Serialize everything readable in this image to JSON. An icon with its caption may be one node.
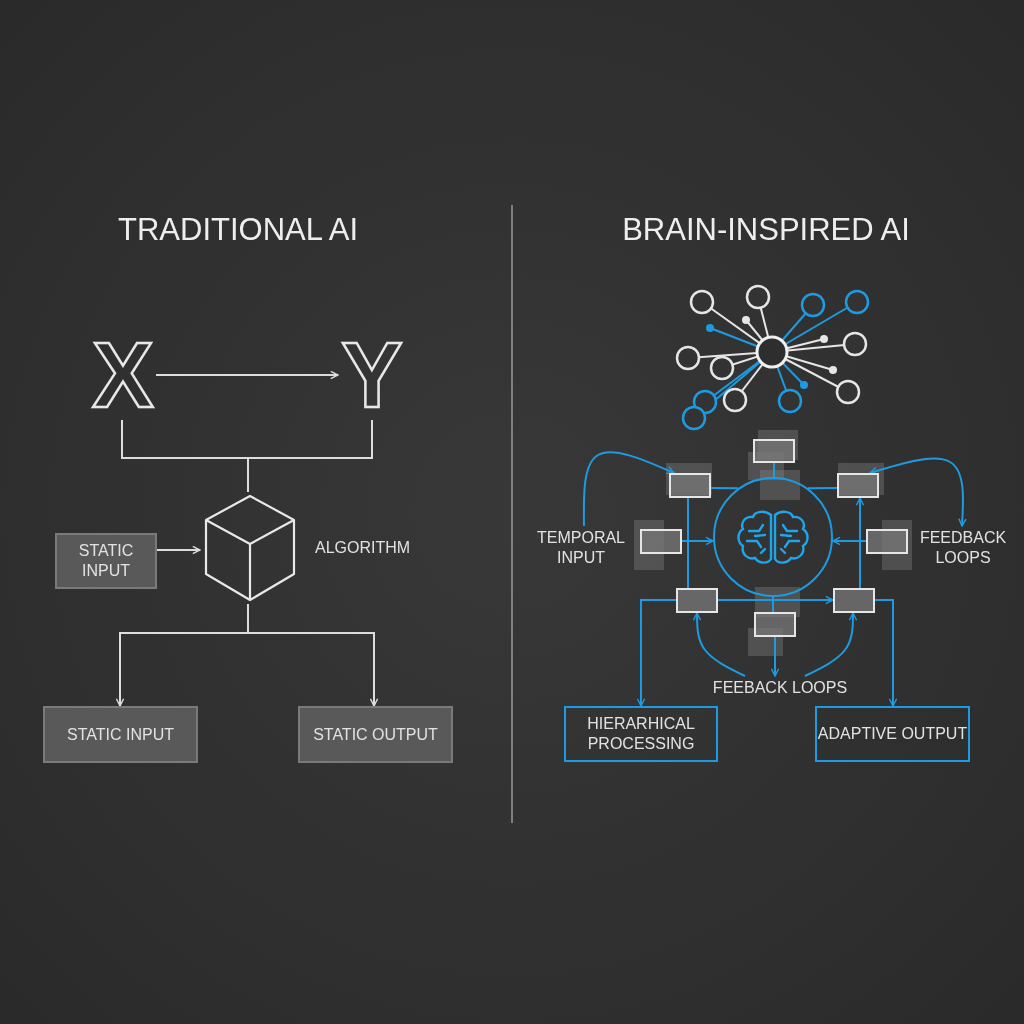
{
  "diagram": {
    "nodes": [
      {
        "text": [
          "X"
        ]
      },
      {
        "text": [
          "Y"
        ]
      },
      {
        "text": [],
        "shape": "cube",
        "beside": [
          "ALGORITHM"
        ]
      },
      {
        "text": [
          "STATIC INPUT"
        ]
      },
      {
        "text": [
          "STATIC INPUT"
        ]
      },
      {
        "text": [
          "STATIC OUTPUT"
        ]
      },
      {
        "text": [
          "TEMPORAL INPUT"
        ]
      },
      {
        "text": [],
        "shape": "circle"
      },
      {
        "text": [],
        "shape": "box"
      },
      {
        "text": [],
        "shape": "box"
      },
      {
        "text": [],
        "shape": "box"
      },
      {
        "text": [],
        "shape": "box"
      },
      {
        "text": [],
        "shape": "box"
      },
      {
        "text": [],
        "shape": "box"
      },
      {
        "text": [],
        "shape": "box"
      },
      {
        "text": [],
        "shape": "box"
      },
      {
        "text": [
          "FEEDBACK LOOPS"
        ]
      },
      {
        "text": [
          "FEEBACK LOOPS"
        ]
      },
      {
        "text": [
          "HIERARHICAL PROCESSING"
        ]
      },
      {
        "text": [
          "ADAPTIVE OUTPUT"
        ]
      }
    ],
    "edges": [
      {
        "from": 0,
        "to": 1,
        "arrow": "to",
        "color": "#dddddd"
      },
      {
        "from": 0,
        "to": 2,
        "arrow": "none",
        "color": "#dddddd"
      },
      {
        "from": 1,
        "to": 2,
        "arrow": "none",
        "color": "#dddddd"
      },
      {
        "from": 3,
        "to": 2,
        "arrow": "to",
        "color": "#dddddd"
      },
      {
        "from": 2,
        "to": 4,
        "arrow": "to",
        "color": "#dddddd"
      },
      {
        "from": 2,
        "to": 5,
        "arrow": "to",
        "color": "#dddddd"
      },
      {
        "from": 6,
        "to": 9,
        "arrow": "to"
      },
      {
        "from": 16,
        "to": 10,
        "arrow": "both"
      },
      {
        "from": 8,
        "to": 7,
        "arrow": "none"
      },
      {
        "from": 9,
        "to": 7,
        "arrow": "none"
      },
      {
        "from": 10,
        "to": 7,
        "arrow": "none"
      },
      {
        "from": 11,
        "to": 7,
        "arrow": "to"
      },
      {
        "from": 12,
        "to": 7,
        "arrow": "to"
      },
      {
        "from": 9,
        "to": 13,
        "arrow": "none"
      },
      {
        "from": 15,
        "to": 10,
        "arrow": "to"
      },
      {
        "from": 13,
        "to": 15,
        "arrow": "to"
      },
      {
        "from": 7,
        "to": 14,
        "arrow": "none"
      },
      {
        "from": 14,
        "to": 17,
        "arrow": "to"
      },
      {
        "from": 17,
        "to": 13,
        "arrow": "to"
      },
      {
        "from": 17,
        "to": 15,
        "arrow": "to"
      },
      {
        "from": 13,
        "to": 18,
        "arrow": "to"
      },
      {
        "from": 15,
        "to": 19,
        "arrow": "to"
      }
    ],
    "labels": [
      "TRADITIONAL AI",
      "BRAIN-INSPIRED AI"
    ]
  }
}
